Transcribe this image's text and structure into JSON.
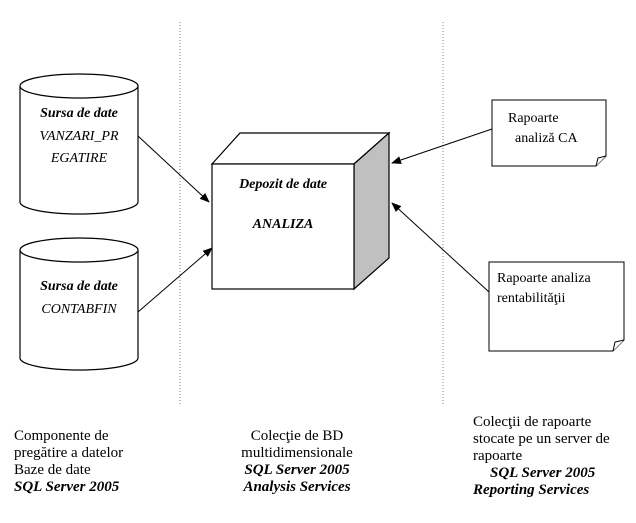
{
  "sources": [
    {
      "title": "Sursa de date",
      "name_line1": "VANZARI_PR",
      "name_line2": "EGATIRE"
    },
    {
      "title": "Sursa de date",
      "name_line1": "CONTABFIN",
      "name_line2": ""
    }
  ],
  "warehouse": {
    "title": "Depozit de date",
    "name": "ANALIZA"
  },
  "reports": [
    {
      "line1": "Rapoarte",
      "line2": "analiză CA"
    },
    {
      "line1": "Rapoarte analiza",
      "line2": "rentabilităţii"
    }
  ],
  "captions": {
    "left": {
      "line1": "Componente de",
      "line2": "pregătire a datelor",
      "line3": "Baze de date",
      "product": "SQL Server 2005"
    },
    "middle": {
      "line1": "Colecţie de BD",
      "line2": "multidimensionale",
      "product": "SQL Server 2005",
      "service": "Analysis Services"
    },
    "right": {
      "line1": "Colecţii de rapoarte",
      "line2": "stocate pe un server de",
      "line3": "rapoarte",
      "product": "SQL Server 2005",
      "service": "Reporting Services"
    }
  },
  "colors": {
    "line": "#000000",
    "cube_side": "#c0c0c0",
    "cube_top": "#ffffff",
    "background": "#ffffff",
    "separator": "#808080"
  }
}
